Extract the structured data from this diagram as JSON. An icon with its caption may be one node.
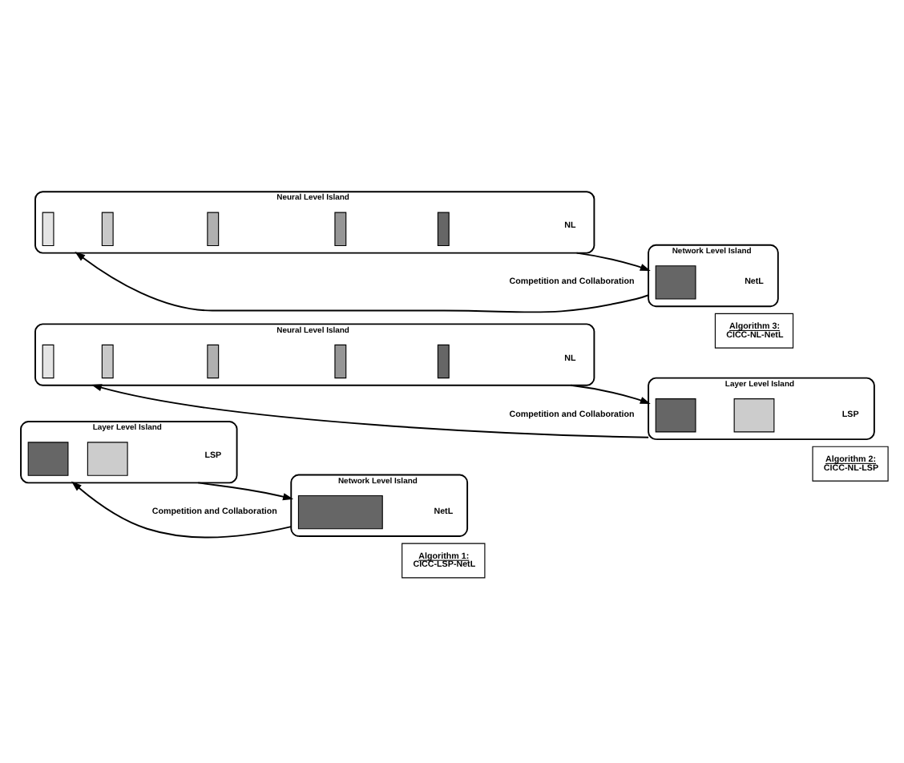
{
  "diagram": {
    "nodes": [
      {
        "text": [
          "Layer Level Island"
        ],
        "beside": [
          "LSP"
        ]
      },
      {
        "text": [],
        "shape": "box",
        "in": 0
      },
      {
        "text": [],
        "shape": "box",
        "in": 0
      },
      {
        "text": [
          "Network Level Island"
        ],
        "beside": [
          "NetL"
        ]
      },
      {
        "text": [],
        "shape": "box",
        "in": 3
      },
      {
        "text": [
          "Algorithm 1:",
          "CICC-LSP-NetL"
        ]
      },
      {
        "text": [
          "Neural Level Island"
        ],
        "beside": [
          "NL"
        ]
      },
      {
        "text": [],
        "shape": "bar",
        "in": 6
      },
      {
        "text": [],
        "shape": "bar",
        "in": 6
      },
      {
        "text": [],
        "shape": "bar",
        "in": 6
      },
      {
        "text": [],
        "shape": "bar",
        "in": 6
      },
      {
        "text": [],
        "shape": "bar",
        "in": 6
      },
      {
        "text": [
          "Layer Level Island"
        ],
        "beside": [
          "LSP"
        ]
      },
      {
        "text": [],
        "shape": "box",
        "in": 12
      },
      {
        "text": [],
        "shape": "box",
        "in": 12
      },
      {
        "text": [
          "Algorithm 2:",
          "CICC-NL-LSP"
        ]
      },
      {
        "text": [
          "Neural Level Island"
        ],
        "beside": [
          "NL"
        ]
      },
      {
        "text": [],
        "shape": "bar",
        "in": 16
      },
      {
        "text": [],
        "shape": "bar",
        "in": 16
      },
      {
        "text": [],
        "shape": "bar",
        "in": 16
      },
      {
        "text": [],
        "shape": "bar",
        "in": 16
      },
      {
        "text": [],
        "shape": "bar",
        "in": 16
      },
      {
        "text": [
          "Network Level Island"
        ],
        "beside": [
          "NetL"
        ]
      },
      {
        "text": [],
        "shape": "box",
        "in": 22
      },
      {
        "text": [
          "Algorithm 3:",
          "CICC-NL-NetL"
        ]
      }
    ],
    "edges": [
      {
        "from": 0,
        "to": 3,
        "arrow": "to"
      },
      {
        "from": 3,
        "to": 0,
        "arrow": "to"
      },
      {
        "from": 6,
        "to": 12,
        "arrow": "to"
      },
      {
        "from": 12,
        "to": 6,
        "arrow": "to"
      },
      {
        "from": 16,
        "to": 22,
        "arrow": "to"
      },
      {
        "from": 22,
        "to": 16,
        "arrow": "to"
      }
    ],
    "labels": [
      "Competition and Collaboration",
      "Competition and Collaboration",
      "Competition and Collaboration"
    ]
  }
}
